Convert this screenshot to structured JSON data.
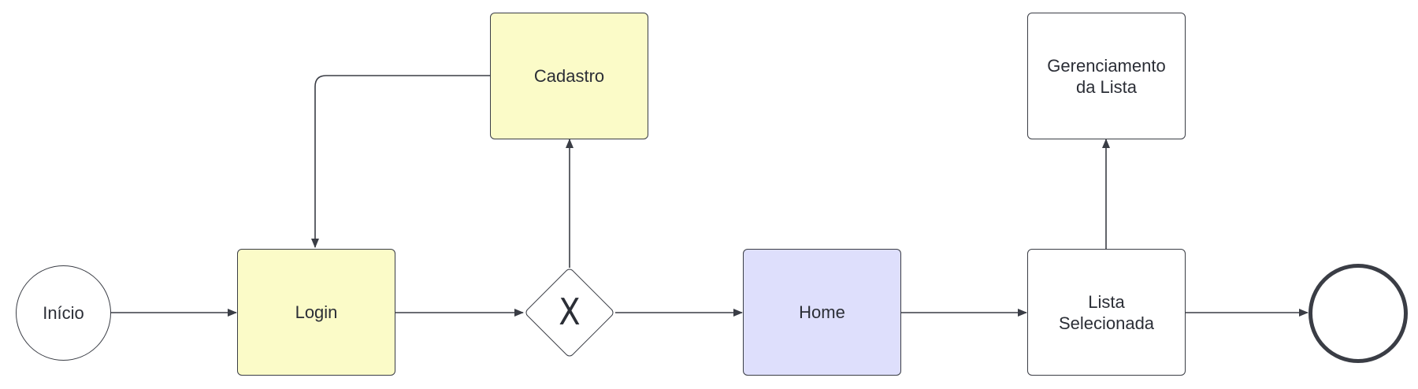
{
  "diagram": {
    "nodes": {
      "start": {
        "label": "Início"
      },
      "login": {
        "label": "Login"
      },
      "gateway": {
        "label": "X"
      },
      "cadastro": {
        "label": "Cadastro"
      },
      "home": {
        "label": "Home"
      },
      "lista": {
        "label": "Lista\nSelecionada"
      },
      "gerenciamento": {
        "label": "Gerenciamento\nda Lista"
      },
      "end": {
        "label": ""
      }
    },
    "edges": [
      {
        "from": "start",
        "to": "login"
      },
      {
        "from": "login",
        "to": "gateway"
      },
      {
        "from": "gateway",
        "to": "cadastro"
      },
      {
        "from": "cadastro",
        "to": "login"
      },
      {
        "from": "gateway",
        "to": "home"
      },
      {
        "from": "home",
        "to": "lista"
      },
      {
        "from": "lista",
        "to": "gerenciamento"
      },
      {
        "from": "lista",
        "to": "end"
      }
    ],
    "colors": {
      "stroke": "#3a3d45",
      "yellow_fill": "#fbfbc8",
      "blue_fill": "#dedffc",
      "white_fill": "#ffffff"
    }
  }
}
